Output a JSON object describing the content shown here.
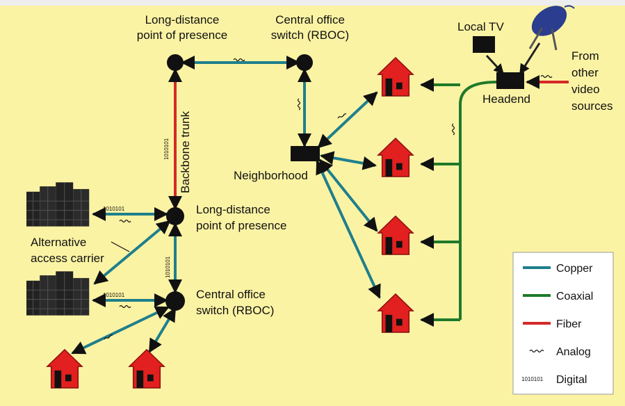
{
  "colors": {
    "background": "#fbf3a4",
    "copper": "#1f7f8c",
    "coaxial": "#1f7a2a",
    "fiber": "#d62828",
    "house": "#e2201f",
    "node": "#111111"
  },
  "labels": {
    "ld_pop_top": [
      "Long-distance",
      "point of presence"
    ],
    "co_switch_top": [
      "Central office",
      "switch (RBOC)"
    ],
    "ld_pop_mid": [
      "Long-distance",
      "point of presence"
    ],
    "co_switch_bottom": [
      "Central office",
      "switch (RBOC)"
    ],
    "backbone": "Backbone trunk",
    "neighborhood": "Neighborhood",
    "headend": "Headend",
    "local_tv": "Local TV",
    "other_sources": [
      "From",
      "other",
      "video",
      "sources"
    ],
    "alt_carrier": [
      "Alternative",
      "access carrier"
    ],
    "digital_code": "1010101"
  },
  "legend": {
    "items": [
      {
        "name": "Copper",
        "color": "#1f7f8c",
        "kind": "line"
      },
      {
        "name": "Coaxial",
        "color": "#1f7a2a",
        "kind": "line"
      },
      {
        "name": "Fiber",
        "color": "#d62828",
        "kind": "line"
      },
      {
        "name": "Analog",
        "kind": "wave"
      },
      {
        "name": "Digital",
        "kind": "code"
      }
    ]
  }
}
